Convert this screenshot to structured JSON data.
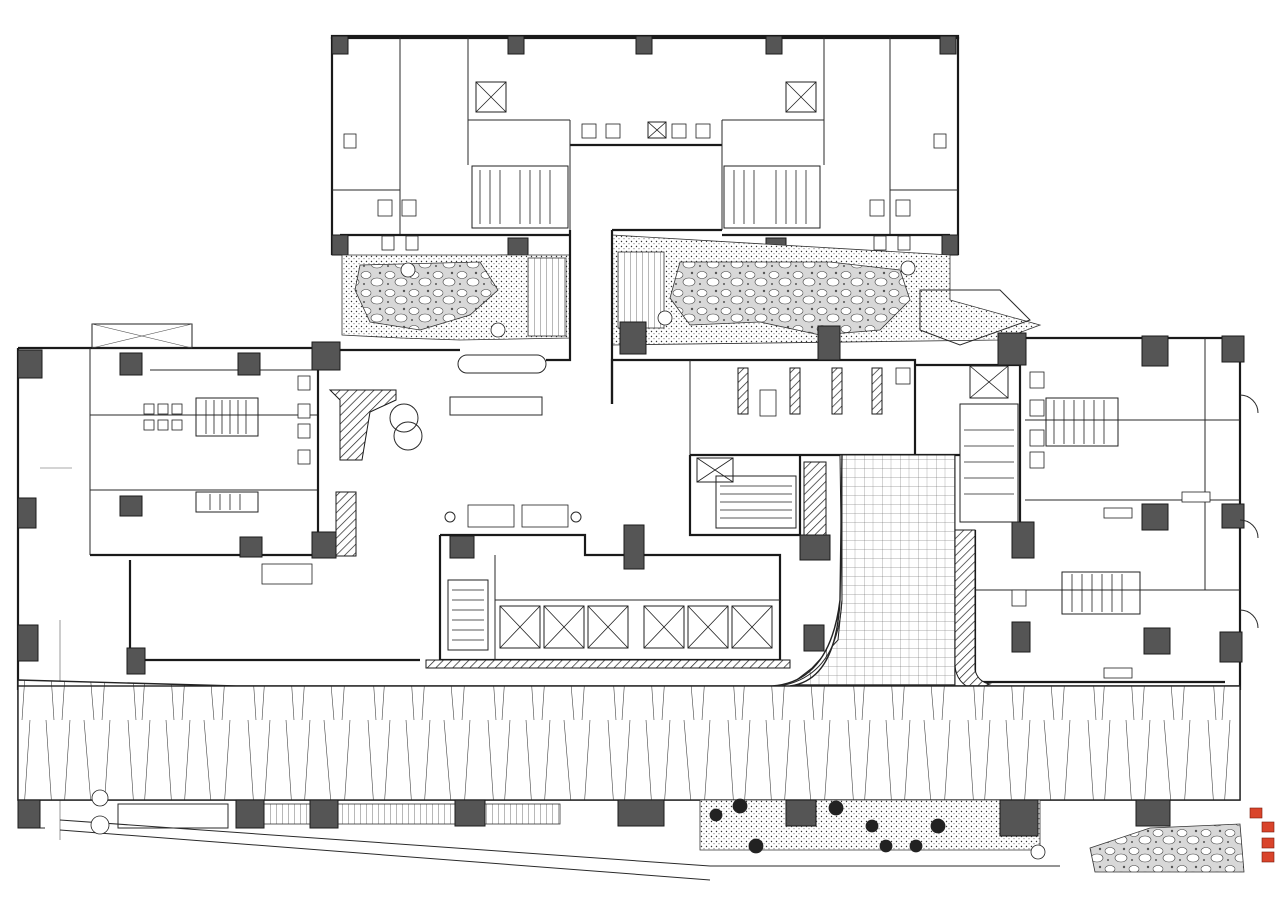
{
  "plan": {
    "background": "#ffffff",
    "line_color": "#1a1a1a",
    "column_color": "#555555",
    "accent_color": "#d9442b",
    "columns": [
      "north-1",
      "north-2",
      "north-3",
      "north-4",
      "north-5",
      "north-6",
      "west-1",
      "west-2",
      "west-3",
      "west-4",
      "east-1",
      "east-2",
      "east-3",
      "east-4",
      "core-1",
      "core-2",
      "core-3",
      "core-4",
      "south-1",
      "south-2",
      "south-3",
      "south-4",
      "south-5",
      "south-6",
      "south-7"
    ],
    "elevators": [
      "elevator-1",
      "elevator-2",
      "elevator-3",
      "elevator-4",
      "elevator-5",
      "elevator-6",
      "elevator-7"
    ],
    "stairs": [
      "stair-west",
      "stair-center",
      "stair-east-1",
      "stair-east-2",
      "stair-north-left",
      "stair-north-right"
    ]
  }
}
